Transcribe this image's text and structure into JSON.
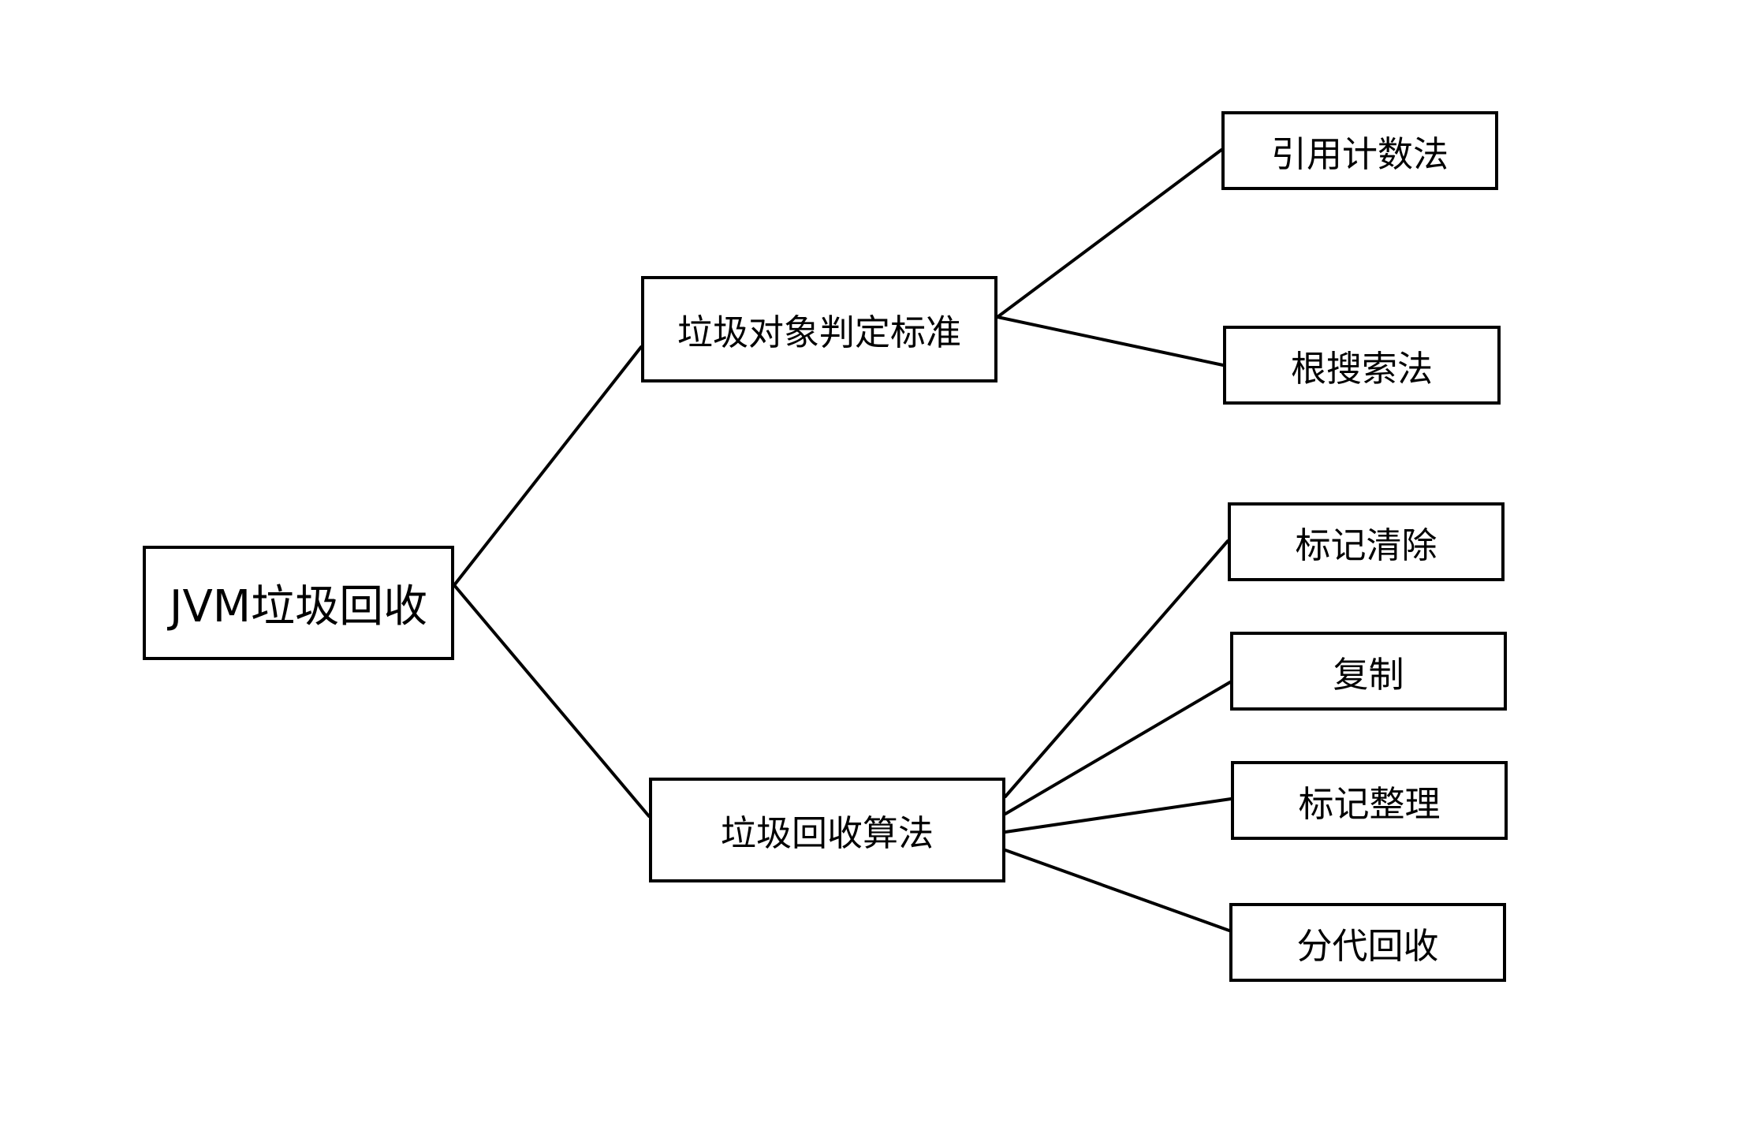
{
  "root": {
    "label": "JVM垃圾回收"
  },
  "branches": [
    {
      "label": "垃圾对象判定标准",
      "children": [
        "引用计数法",
        "根搜索法"
      ]
    },
    {
      "label": "垃圾回收算法",
      "children": [
        "标记清除",
        "复制",
        "标记整理",
        "分代回收"
      ]
    }
  ],
  "colors": {
    "line": "#000000",
    "border": "#000000",
    "background": "#ffffff",
    "text": "#000000"
  }
}
